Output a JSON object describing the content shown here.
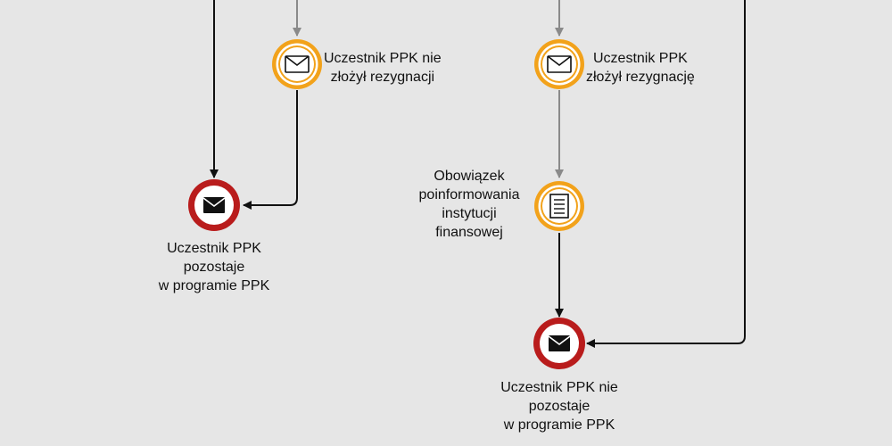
{
  "events": {
    "e1": {
      "label_lines": [
        "Uczestnik PPK nie",
        "złożył rezygnacji"
      ],
      "icon": "envelope-icon",
      "kind": "intermediate-message"
    },
    "e2": {
      "label_lines": [
        "Uczestnik PPK",
        "złożył rezygnację"
      ],
      "icon": "envelope-icon",
      "kind": "intermediate-message"
    },
    "e3": {
      "label_lines": [
        "Obowiązek",
        "poinformowania",
        "instytucji",
        "finansowej"
      ],
      "icon": "document-icon",
      "kind": "intermediate-timer-document"
    },
    "end1": {
      "label_lines": [
        "Uczestnik PPK",
        "pozostaje",
        "w programie PPK"
      ],
      "icon": "filled-envelope-icon",
      "kind": "end-message"
    },
    "end2": {
      "label_lines": [
        "Uczestnik PPK nie",
        "pozostaje",
        "w programie PPK"
      ],
      "icon": "filled-envelope-icon",
      "kind": "end-message"
    }
  },
  "colors": {
    "background": "#e6e6e6",
    "intermediate_ring": "#f2a21b",
    "end_ring": "#b91c1c",
    "flow_black": "#111111",
    "flow_gray": "#8a8a8a"
  }
}
